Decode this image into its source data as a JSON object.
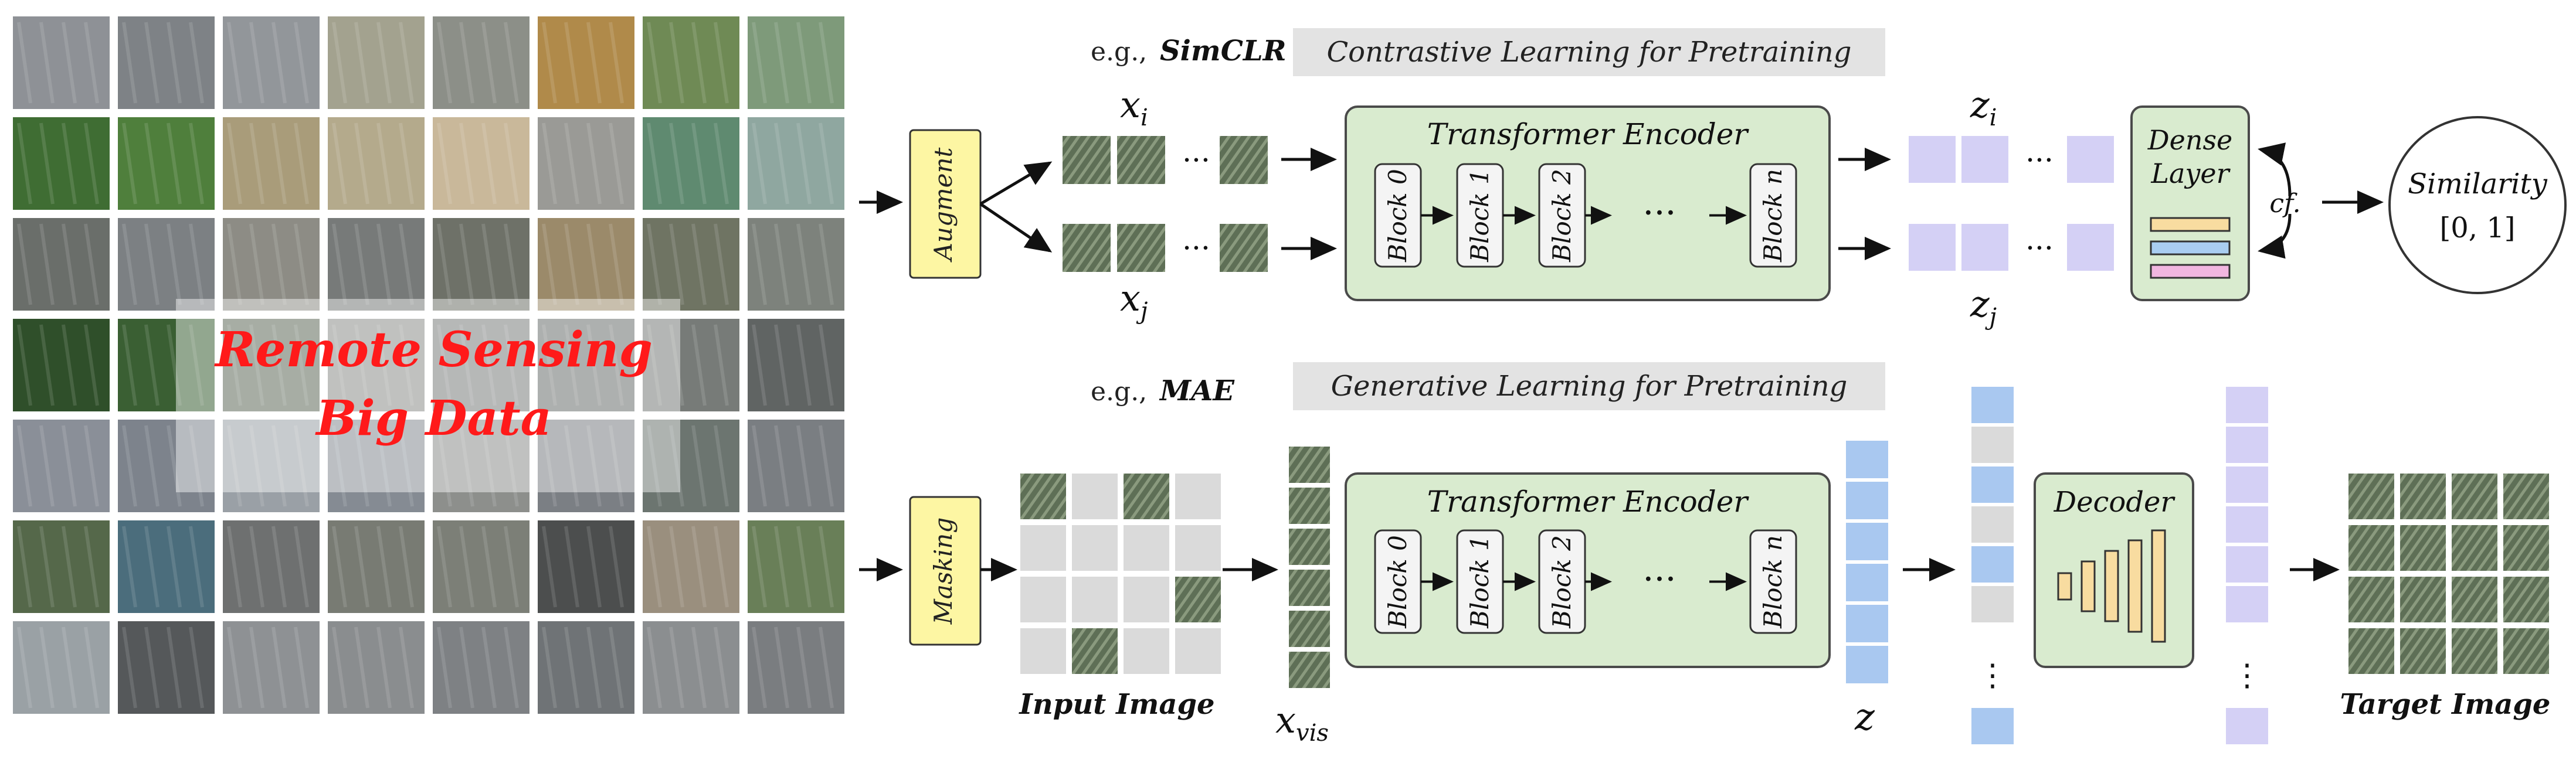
{
  "mosaic": {
    "overlay_line1": "Remote Sensing",
    "overlay_line2": "Big Data",
    "overlay_color": "#ff1a1a"
  },
  "contrastive": {
    "example_prefix": "e.g.,",
    "example_method": "SimCLR",
    "banner": "Contrastive Learning for Pretraining",
    "augment_label": "Augment",
    "view_i": "x",
    "view_i_sub": "i",
    "view_j": "x",
    "view_j_sub": "j",
    "ellipsis": "···",
    "encoder_title": "Transformer Encoder",
    "blocks": [
      "Block 0",
      "Block 1",
      "Block 2",
      "Block n"
    ],
    "dots": "···",
    "emb_i": "z",
    "emb_i_sub": "i",
    "emb_j": "z",
    "emb_j_sub": "j",
    "dense_line1": "Dense",
    "dense_line2": "Layer",
    "compare_label": "cf.",
    "similarity_label": "Similarity",
    "similarity_range": "[0, 1]"
  },
  "generative": {
    "example_prefix": "e.g.,",
    "example_method": "MAE",
    "banner": "Generative Learning for Pretraining",
    "masking_label": "Masking",
    "input_caption": "Input Image",
    "visible_symbol": "x",
    "visible_sub": "vis",
    "encoder_title": "Transformer Encoder",
    "blocks": [
      "Block 0",
      "Block 1",
      "Block 2",
      "Block n"
    ],
    "dots": "···",
    "latent_symbol": "z",
    "vdots": "⋮",
    "decoder_label": "Decoder",
    "target_caption": "Target Image"
  },
  "colors": {
    "encoder_fill": "#d9ebcf",
    "encoder_stroke": "#4a4a4a",
    "yellow_fill": "#fdf6a3",
    "token_blue": "#a9c8f0",
    "token_lavender": "#d4d0f5",
    "token_gray": "#dadada",
    "banner_gray": "#e3e3e3",
    "dense_orange": "#f8dca0",
    "dense_blue": "#a9cdf1",
    "dense_pink": "#f1b6e0"
  }
}
